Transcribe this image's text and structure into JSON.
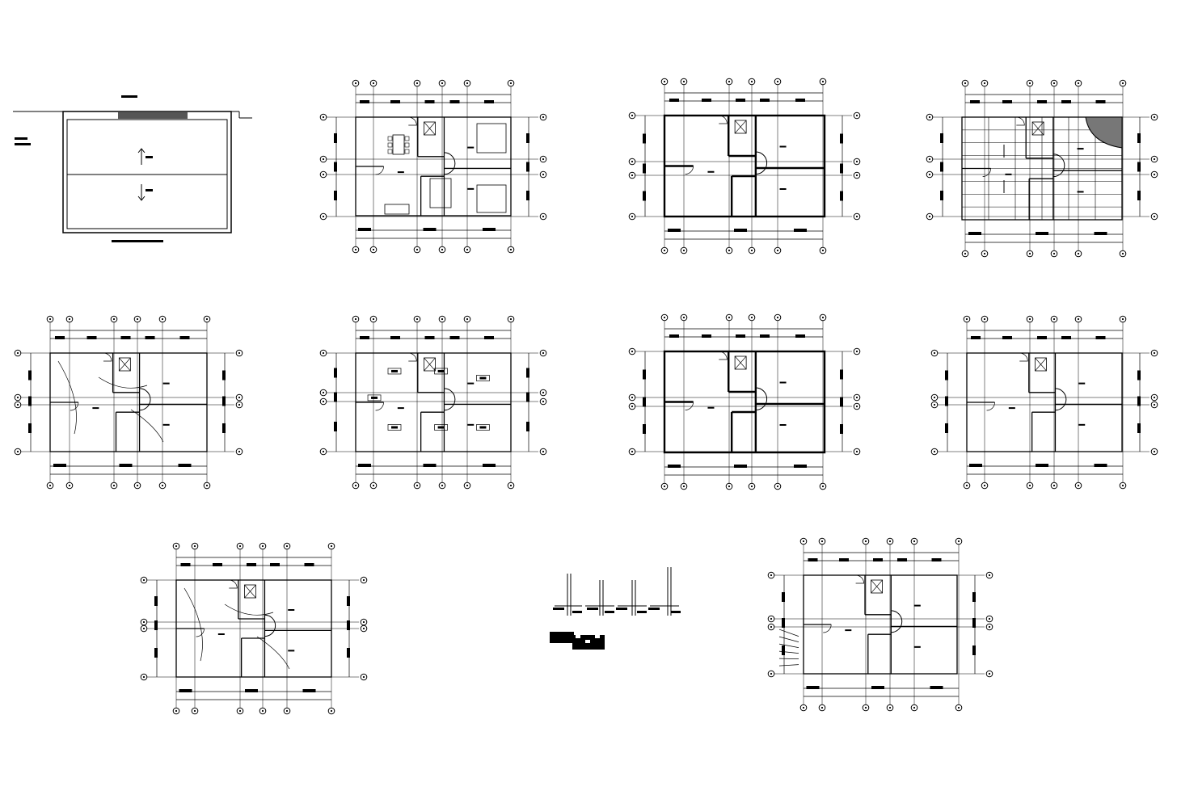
{
  "sheet": {
    "background": "#ffffff",
    "ink": "#000000",
    "text_legible": false
  },
  "drawings": [
    {
      "id": "roof-plan",
      "kind": "roof plan with two slopes and parapet"
    },
    {
      "id": "ground-floor-furnished",
      "kind": "furnished floor plan"
    },
    {
      "id": "structure-plan",
      "kind": "columns and beams layout"
    },
    {
      "id": "roof-framing-plan",
      "kind": "roof framing plan"
    },
    {
      "id": "electrical-plan-1",
      "kind": "wiring plan"
    },
    {
      "id": "lighting-plan",
      "kind": "lighting fixtures plan"
    },
    {
      "id": "foundation-plan",
      "kind": "foundation plan"
    },
    {
      "id": "plumbing-plan-1",
      "kind": "plumbing plan"
    },
    {
      "id": "electrical-plan-2",
      "kind": "wiring plan"
    },
    {
      "id": "detail-sheet",
      "kind": "small details and legend"
    },
    {
      "id": "plumbing-plan-2",
      "kind": "plumbing plan with stair"
    }
  ]
}
